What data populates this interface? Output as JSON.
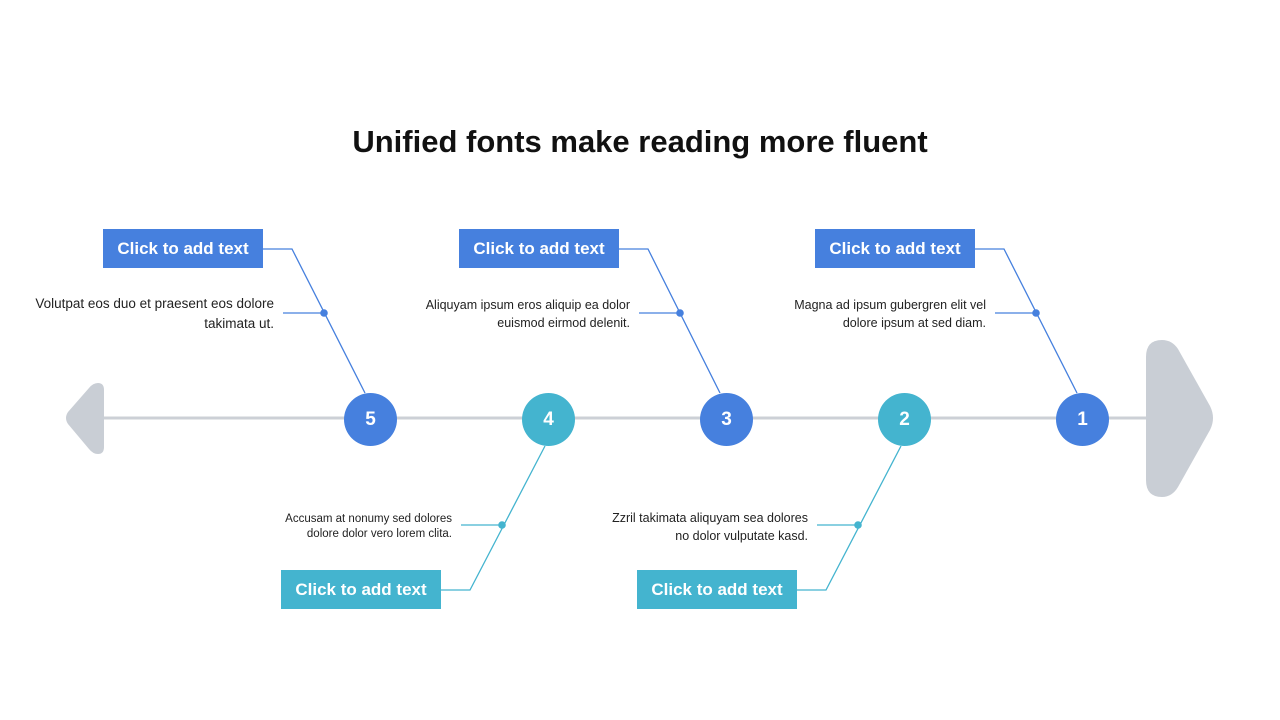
{
  "title": "Unified fonts make reading more fluent",
  "colors": {
    "blue": "#4680de",
    "teal": "#44b4cf",
    "axis": "#ccd0d6",
    "arrow": "#c9ced5"
  },
  "nodes": [
    {
      "number": "1",
      "color": "blue"
    },
    {
      "number": "2",
      "color": "teal"
    },
    {
      "number": "3",
      "color": "blue"
    },
    {
      "number": "4",
      "color": "teal"
    },
    {
      "number": "5",
      "color": "blue"
    }
  ],
  "callouts": [
    {
      "node": "1",
      "label": "Click to add text",
      "description": "Magna ad ipsum gubergren elit vel dolore ipsum at sed diam."
    },
    {
      "node": "2",
      "label": "Click to add text",
      "description": "Zzril takimata aliquyam sea dolores no dolor vulputate kasd."
    },
    {
      "node": "3",
      "label": "Click to add text",
      "description": "Aliquyam ipsum eros aliquip ea dolor euismod eirmod delenit."
    },
    {
      "node": "4",
      "label": "Click to add text",
      "description": "Accusam at nonumy sed dolores dolore dolor vero lorem clita."
    },
    {
      "node": "5",
      "label": "Click to add text",
      "description": "Volutpat eos duo et praesent eos dolore takimata ut."
    }
  ]
}
